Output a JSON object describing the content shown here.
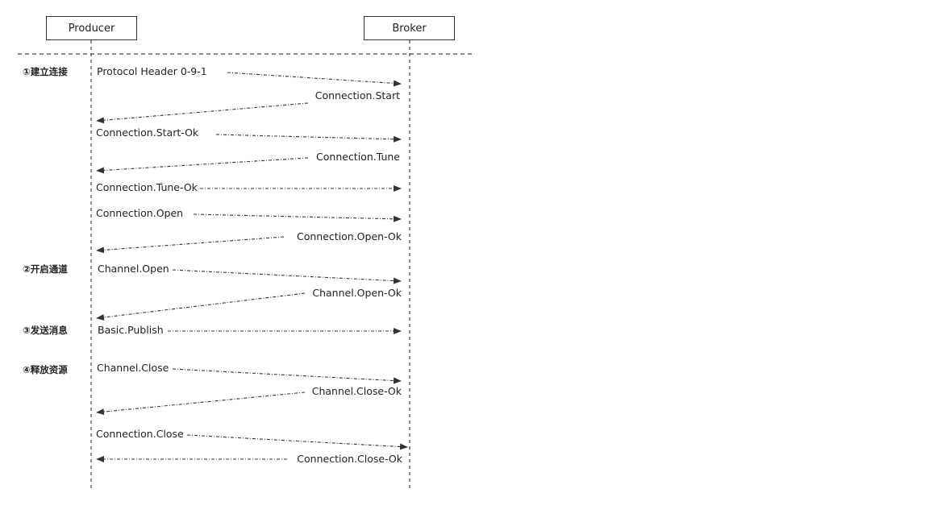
{
  "actors": {
    "producer": "Producer",
    "broker": "Broker"
  },
  "phases": [
    {
      "label": "①建立连接"
    },
    {
      "label": "②开启通道"
    },
    {
      "label": "③发送消息"
    },
    {
      "label": "④释放资源"
    }
  ],
  "messages": [
    {
      "label": "Protocol Header 0-9-1",
      "direction": "to-broker"
    },
    {
      "label": "Connection.Start",
      "direction": "to-producer"
    },
    {
      "label": "Connection.Start-Ok",
      "direction": "to-broker"
    },
    {
      "label": "Connection.Tune",
      "direction": "to-producer"
    },
    {
      "label": "Connection.Tune-Ok",
      "direction": "to-broker"
    },
    {
      "label": "Connection.Open",
      "direction": "to-broker"
    },
    {
      "label": "Connection.Open-Ok",
      "direction": "to-producer"
    },
    {
      "label": "Channel.Open",
      "direction": "to-broker"
    },
    {
      "label": "Channel.Open-Ok",
      "direction": "to-producer"
    },
    {
      "label": "Basic.Publish",
      "direction": "to-broker"
    },
    {
      "label": "Channel.Close",
      "direction": "to-broker"
    },
    {
      "label": "Channel.Close-Ok",
      "direction": "to-producer"
    },
    {
      "label": "Connection.Close",
      "direction": "to-broker"
    },
    {
      "label": "Connection.Close-Ok",
      "direction": "to-producer"
    }
  ]
}
